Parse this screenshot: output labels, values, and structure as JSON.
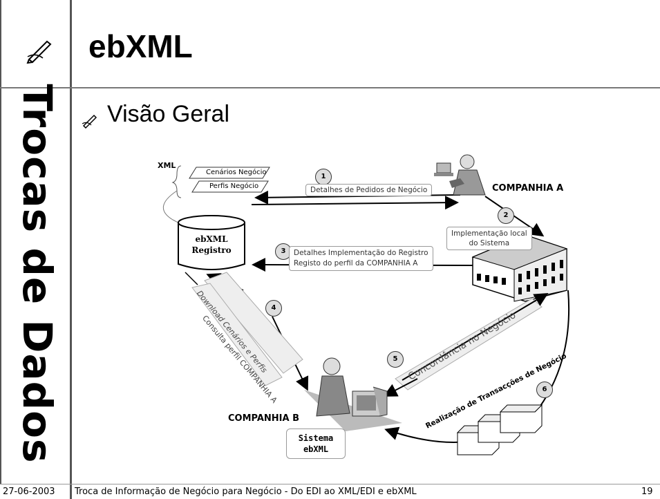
{
  "header": {
    "title": "ebXML"
  },
  "sidebar": {
    "title": "Trocas de Dados"
  },
  "content": {
    "heading": "Visão Geral"
  },
  "diagram": {
    "xml_label": "XML",
    "scenarios": "Cenários Negócio",
    "profiles": "Perfis Negócio",
    "step1": "Detalhes de Pedidos de Negócio",
    "company_a": "COMPANHIA A",
    "step2_line1": "Implementação local",
    "step2_line2": "do Sistema",
    "registry_line1": "ebXML",
    "registry_line2": "Registro",
    "step3_line1": "Detalhes Implementação do Registro",
    "step3_line2": "Registo do perfil da COMPANHIA A",
    "step4_consult": "Consulta perfil COMPANHIA A",
    "download": "Download Cenários e Perfis",
    "step5": "Concordância no Negócio",
    "step6": "Realização de Transacções de Negócio",
    "company_b": "COMPANHIA B",
    "system_line1": "Sistema",
    "system_line2": "ebXML",
    "numbers": [
      "1",
      "2",
      "3",
      "4",
      "5",
      "6"
    ]
  },
  "footer": {
    "date": "27-06-2003",
    "text": "Troca de Informação de Negócio para Negócio - Do EDI ao XML/EDI e ebXML",
    "page": "19"
  }
}
